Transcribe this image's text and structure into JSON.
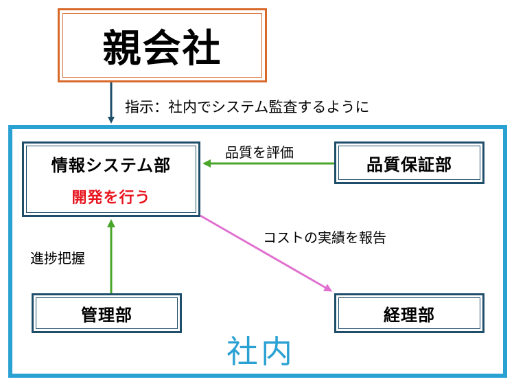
{
  "parent_company": {
    "label": "親会社"
  },
  "company": {
    "label": "社内"
  },
  "departments": {
    "info_sys": {
      "label": "情報システム部",
      "sub": "開発を行う"
    },
    "quality": {
      "label": "品質保証部"
    },
    "management": {
      "label": "管理部"
    },
    "accounting": {
      "label": "経理部"
    }
  },
  "edges": {
    "instruction": {
      "label": "指示：社内でシステム監査するように",
      "color": "#1f4e6b"
    },
    "quality_eval": {
      "label": "品質を評価",
      "color": "#4aa62a"
    },
    "cost_report": {
      "label": "コストの実績を報告",
      "color": "#e070d0"
    },
    "progress": {
      "label": "進捗把握",
      "color": "#4aa62a"
    }
  },
  "colors": {
    "parent_border": "#d8692a",
    "company_border": "#2aa1d3",
    "dept_border": "#1f4e6b",
    "highlight_text": "#e8141e"
  }
}
